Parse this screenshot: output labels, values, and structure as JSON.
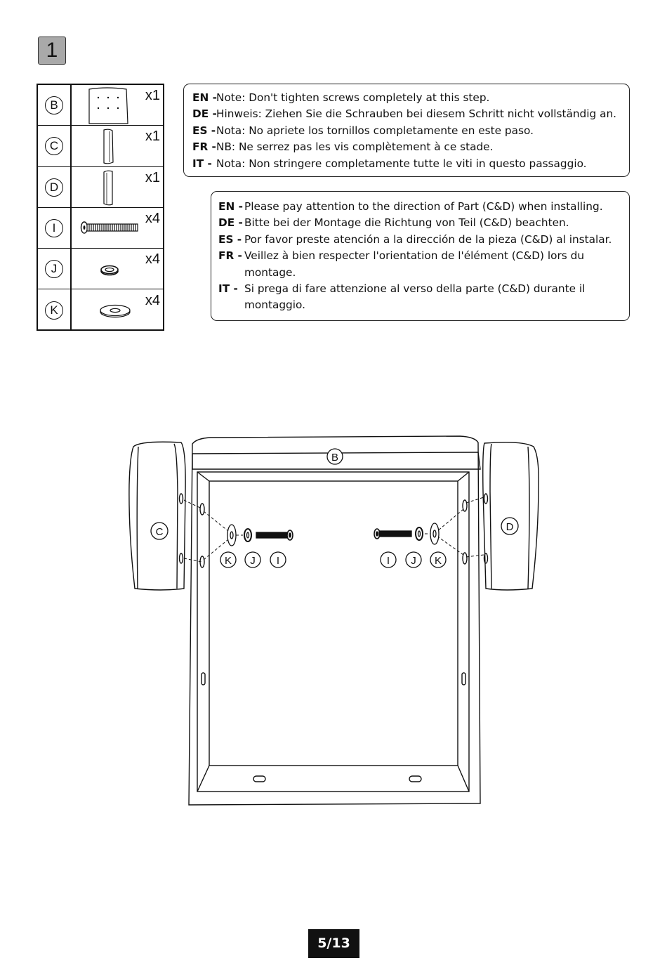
{
  "step": {
    "number": "1"
  },
  "parts": [
    {
      "letter": "B",
      "qty": "x1",
      "icon": "back-panel-icon"
    },
    {
      "letter": "C",
      "qty": "x1",
      "icon": "armrest-left-icon"
    },
    {
      "letter": "D",
      "qty": "x1",
      "icon": "armrest-right-icon"
    },
    {
      "letter": "I",
      "qty": "x4",
      "icon": "bolt-icon"
    },
    {
      "letter": "J",
      "qty": "x4",
      "icon": "spring-washer-icon"
    },
    {
      "letter": "K",
      "qty": "x4",
      "icon": "flat-washer-icon"
    }
  ],
  "note1": [
    {
      "lang": "EN -",
      "text": "Note: Don't tighten screws completely at this step."
    },
    {
      "lang": "DE -",
      "text": "Hinweis: Ziehen Sie die Schrauben bei diesem Schritt nicht vollständig an."
    },
    {
      "lang": "ES -",
      "text": "Nota: No apriete los tornillos completamente en este paso."
    },
    {
      "lang": "FR -",
      "text": "NB: Ne serrez pas les vis complètement à ce stade."
    },
    {
      "lang": "IT -",
      "text": "Nota: Non stringere completamente tutte le viti in questo passaggio."
    }
  ],
  "note2": [
    {
      "lang": "EN -",
      "text": "Please pay attention to the direction of Part (C&D) when installing."
    },
    {
      "lang": "DE -",
      "text": "Bitte bei der Montage die Richtung von Teil (C&D) beachten."
    },
    {
      "lang": "ES -",
      "text": "Por favor preste atención a la dirección de la pieza (C&D) al instalar."
    },
    {
      "lang": "FR -",
      "text": "Veillez à bien respecter l'orientation de l'élément (C&D) lors du",
      "cont": "montage."
    },
    {
      "lang": "IT -",
      "text": "Si prega di fare attenzione al verso della parte (C&D) durante il",
      "cont": "montaggio."
    }
  ],
  "diagram": {
    "label_back": "B",
    "label_left_arm": "C",
    "label_right_arm": "D",
    "left_callouts": [
      "K",
      "J",
      "I"
    ],
    "right_callouts": [
      "I",
      "J",
      "K"
    ]
  },
  "footer": {
    "page": "5/13"
  }
}
